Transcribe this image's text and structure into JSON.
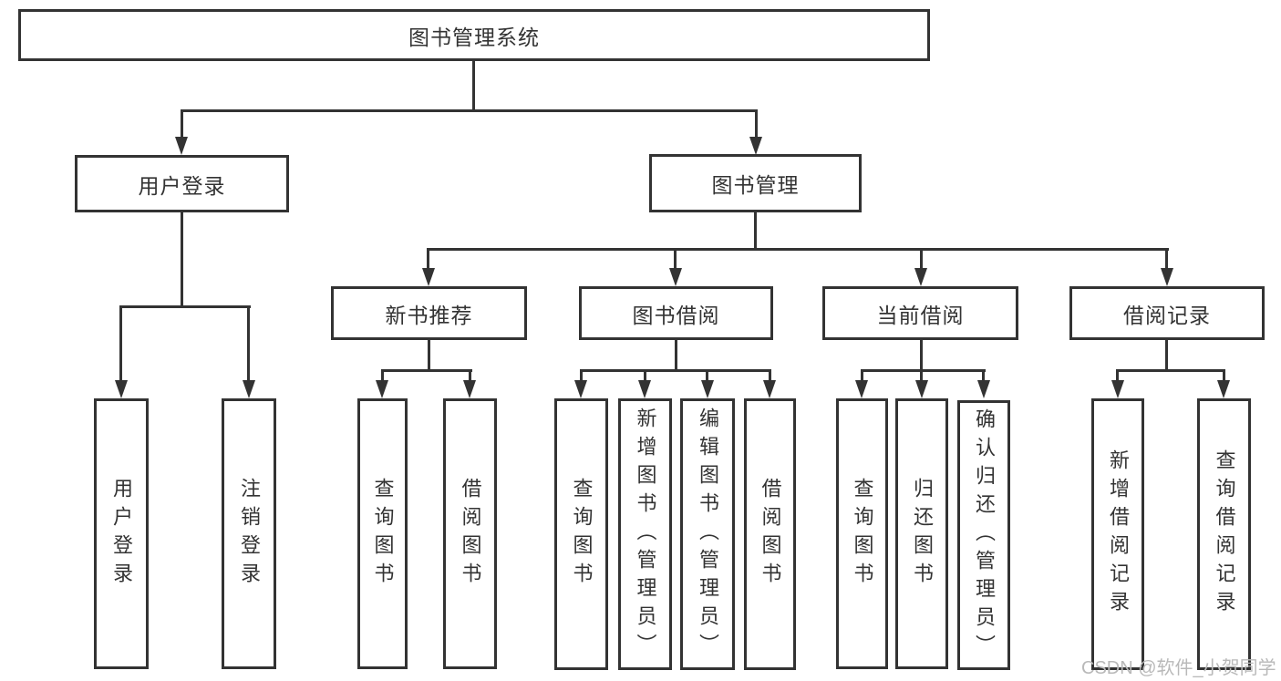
{
  "watermark": "CSDN @软件_小贺同学",
  "colors": {
    "line": "#333333",
    "box_border": "#333333",
    "text": "#333333",
    "background": "#ffffff",
    "watermark": "#b9b9b9"
  },
  "tree": {
    "label": "图书管理系统",
    "children": [
      {
        "label": "用户登录",
        "children": [
          {
            "label": "用户登录"
          },
          {
            "label": "注销登录"
          }
        ]
      },
      {
        "label": "图书管理",
        "children": [
          {
            "label": "新书推荐",
            "children": [
              {
                "label": "查询图书"
              },
              {
                "label": "借阅图书"
              }
            ]
          },
          {
            "label": "图书借阅",
            "children": [
              {
                "label": "查询图书"
              },
              {
                "label": "新增图书（管理员）"
              },
              {
                "label": "编辑图书（管理员）"
              },
              {
                "label": "借阅图书"
              }
            ]
          },
          {
            "label": "当前借阅",
            "children": [
              {
                "label": "查询图书"
              },
              {
                "label": "归还图书"
              },
              {
                "label": "确认归还（管理员）"
              }
            ]
          },
          {
            "label": "借阅记录",
            "children": [
              {
                "label": "新增借阅记录"
              },
              {
                "label": "查询借阅记录"
              }
            ]
          }
        ]
      }
    ]
  }
}
